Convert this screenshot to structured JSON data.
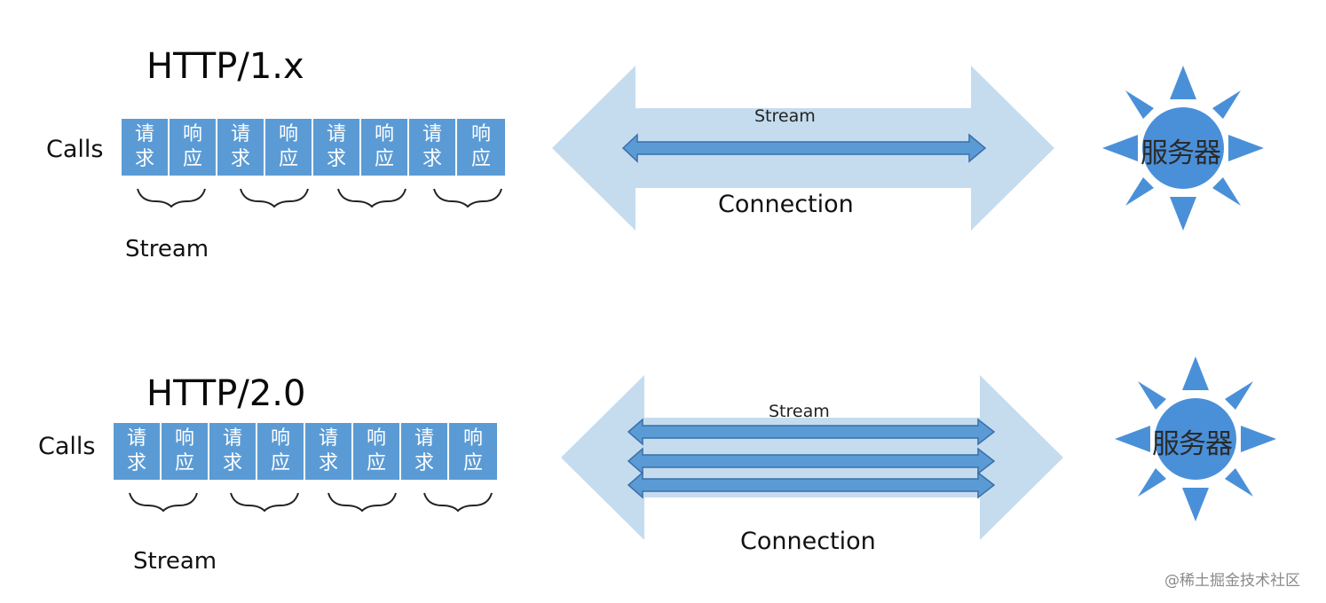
{
  "diagram": {
    "http1": {
      "title": "HTTP/1.x",
      "calls_label": "Calls",
      "cells": [
        {
          "top": "请",
          "bottom": "求"
        },
        {
          "top": "响",
          "bottom": "应"
        },
        {
          "top": "请",
          "bottom": "求"
        },
        {
          "top": "响",
          "bottom": "应"
        },
        {
          "top": "请",
          "bottom": "求"
        },
        {
          "top": "响",
          "bottom": "应"
        },
        {
          "top": "请",
          "bottom": "求"
        },
        {
          "top": "响",
          "bottom": "应"
        }
      ],
      "brace_stream_label": "Stream",
      "arrow_stream_label": "Stream",
      "connection_label": "Connection",
      "server_label": "服务器"
    },
    "http2": {
      "title": "HTTP/2.0",
      "calls_label": "Calls",
      "cells": [
        {
          "top": "请",
          "bottom": "求"
        },
        {
          "top": "响",
          "bottom": "应"
        },
        {
          "top": "请",
          "bottom": "求"
        },
        {
          "top": "响",
          "bottom": "应"
        },
        {
          "top": "请",
          "bottom": "求"
        },
        {
          "top": "响",
          "bottom": "应"
        },
        {
          "top": "请",
          "bottom": "求"
        },
        {
          "top": "响",
          "bottom": "应"
        }
      ],
      "brace_stream_label": "Stream",
      "arrow_stream_label": "Stream",
      "connection_label": "Connection",
      "server_label": "服务器"
    },
    "watermark": "@稀土掘金技术社区",
    "colors": {
      "cell_fill": "#5b9bd5",
      "connection_arrow": "#c5dcef",
      "stream_arrow": "#5b9bd5",
      "stream_arrow_outline": "#3a6fa8",
      "server_fill": "#4a90d9"
    }
  }
}
